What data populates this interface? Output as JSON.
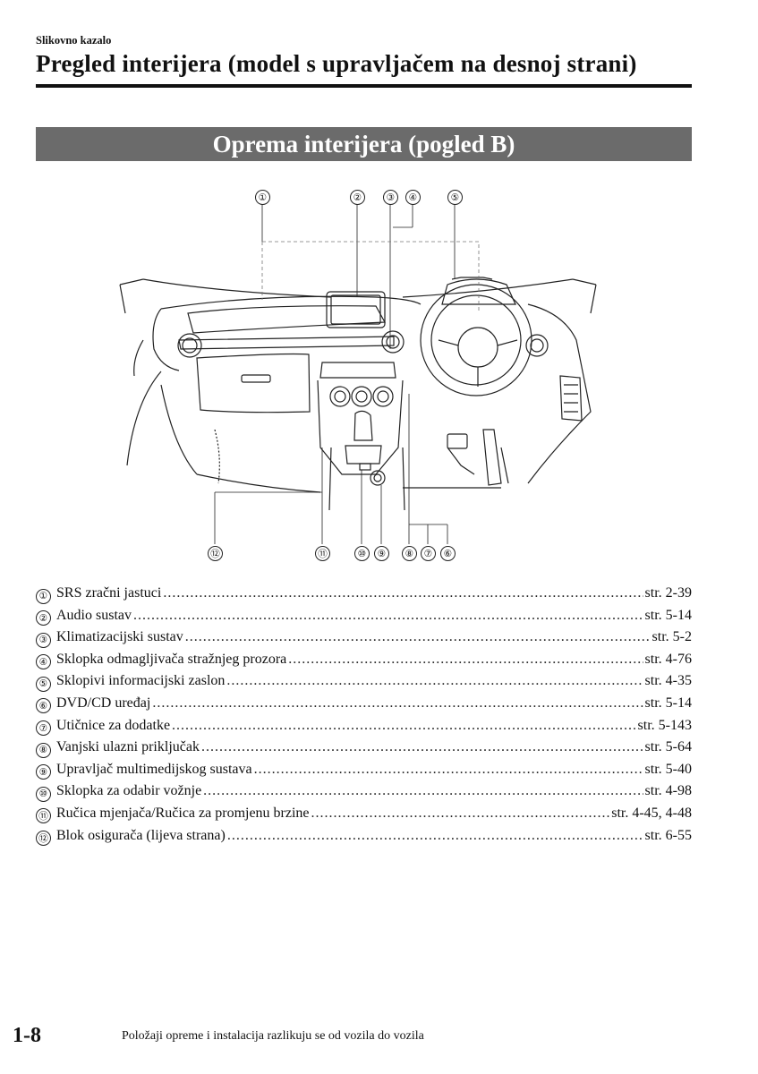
{
  "header": {
    "section": "Slikovno kazalo",
    "title": "Pregled interijera (model s upravljačem na desnoj strani)"
  },
  "banner": "Oprema interijera (pogled B)",
  "figure": {
    "callouts_top": [
      "①",
      "②",
      "③",
      "④",
      "⑤"
    ],
    "callouts_bottom": [
      "⑫",
      "⑪",
      "⑩",
      "⑨",
      "⑧",
      "⑦",
      "⑥"
    ]
  },
  "items": [
    {
      "num": "①",
      "label": "SRS zračni jastuci",
      "page": "str. 2-39"
    },
    {
      "num": "②",
      "label": "Audio sustav",
      "page": "str. 5-14"
    },
    {
      "num": "③",
      "label": "Klimatizacijski sustav",
      "page": "str. 5-2"
    },
    {
      "num": "④",
      "label": "Sklopka odmagljivača stražnjeg prozora",
      "page": "str. 4-76"
    },
    {
      "num": "⑤",
      "label": "Sklopivi informacijski zaslon",
      "page": "str. 4-35"
    },
    {
      "num": "⑥",
      "label": "DVD/CD uređaj",
      "page": "str. 5-14"
    },
    {
      "num": "⑦",
      "label": "Utičnice za dodatke",
      "page": "str. 5-143"
    },
    {
      "num": "⑧",
      "label": "Vanjski ulazni priključak",
      "page": "str. 5-64"
    },
    {
      "num": "⑨",
      "label": "Upravljač multimedijskog sustava",
      "page": "str. 5-40"
    },
    {
      "num": "⑩",
      "label": "Sklopka za odabir vožnje",
      "page": "str. 4-98"
    },
    {
      "num": "⑪",
      "label": "Ručica mjenjača/Ručica za promjenu brzine",
      "page": "str. 4-45, 4-48"
    },
    {
      "num": "⑫",
      "label": "Blok osigurača (lijeva strana)",
      "page": "str. 6-55"
    }
  ],
  "footer": {
    "page_number": "1-8",
    "note": "Položaji opreme i instalacija razlikuju se od vozila do vozila"
  }
}
